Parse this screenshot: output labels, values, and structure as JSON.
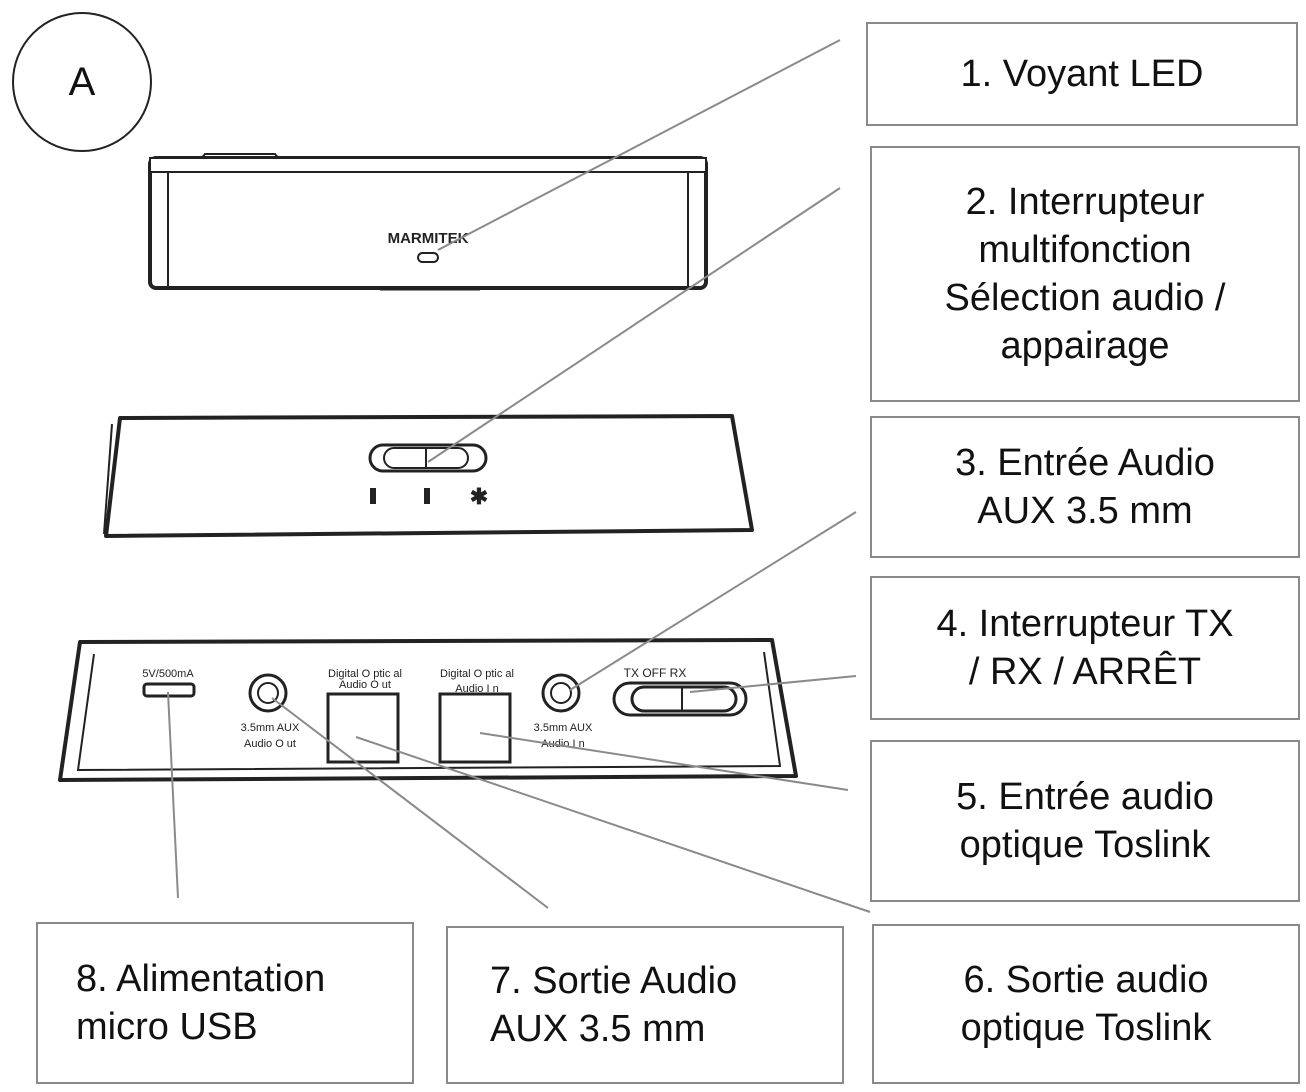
{
  "badge": "A",
  "device": {
    "brand": "MARMITEK",
    "port_labels": {
      "power": "5V/500mA",
      "aux_out_1": "3.5mm AUX",
      "aux_out_2": "Audio O ut",
      "optical_out_1": "Digital O ptic al",
      "optical_out_2": "Audio O ut",
      "optical_in_1": "Digital O ptic al",
      "optical_in_2": "Audio I n",
      "aux_in_1": "3.5mm AUX",
      "aux_in_2": "Audio I n",
      "switch": "TX OFF RX"
    }
  },
  "callouts": [
    {
      "id": "led",
      "lines": [
        "1.  Voyant LED"
      ]
    },
    {
      "id": "multifunction-switch",
      "lines": [
        "2. Interrupteur",
        "multifonction",
        "Sélection audio /",
        "appairage"
      ]
    },
    {
      "id": "aux-input",
      "lines": [
        "3. Entrée Audio",
        "AUX 3.5 mm"
      ]
    },
    {
      "id": "tx-rx-switch",
      "lines": [
        "4. Interrupteur TX",
        "/ RX  / ARRÊT"
      ]
    },
    {
      "id": "optical-input",
      "lines": [
        "5. Entrée audio",
        "optique Toslink"
      ]
    },
    {
      "id": "optical-output",
      "lines": [
        "6. Sortie audio",
        "optique Toslink"
      ]
    },
    {
      "id": "aux-output",
      "lines": [
        "7. Sortie Audio",
        "AUX 3.5 mm"
      ]
    },
    {
      "id": "usb-power",
      "lines": [
        "8. Alimentation",
        "micro USB"
      ]
    }
  ]
}
